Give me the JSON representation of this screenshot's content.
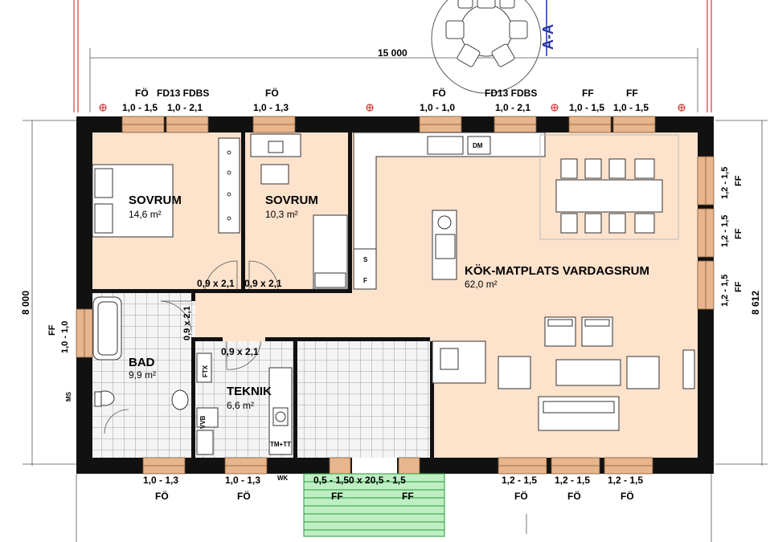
{
  "section_marker": "A-A",
  "dimensions": {
    "overall_width": "15 000",
    "left_height": "8 000",
    "right_height": "8 612"
  },
  "rooms": {
    "sovrum1": {
      "name": "SOVRUM",
      "area": "14,6 m²"
    },
    "sovrum2": {
      "name": "SOVRUM",
      "area": "10,3 m²"
    },
    "kok": {
      "name": "KÖK-MATPLATS VARDAGSRUM",
      "area": "62,0 m²"
    },
    "bad": {
      "name": "BAD",
      "area": "9,9 m²"
    },
    "teknik": {
      "name": "TEKNIK",
      "area": "6,6 m²"
    }
  },
  "windows_top": [
    {
      "type": "FÖ",
      "size": "1,0 - 1,5"
    },
    {
      "type": "FD13 FDBS",
      "size": "1,0 - 2,1"
    },
    {
      "type": "FÖ",
      "size": "1,0 - 1,3"
    },
    {
      "type": "FÖ",
      "size": "1,0 - 1,0"
    },
    {
      "type": "FD13 FDBS",
      "size": "1,0 - 2,1"
    },
    {
      "type": "FF",
      "size": "1,0 - 1,5"
    },
    {
      "type": "FF",
      "size": "1,0 - 1,5"
    }
  ],
  "windows_bottom": [
    {
      "type": "FÖ",
      "size": "1,0 - 1,3"
    },
    {
      "type": "FÖ",
      "size": "1,0 - 1,3"
    },
    {
      "type": "FÖ",
      "size": "1,2 - 1,5"
    },
    {
      "type": "FÖ",
      "size": "1,2 - 1,5"
    },
    {
      "type": "FÖ",
      "size": "1,2 - 1,5"
    }
  ],
  "entrance": {
    "sizes": "0,5 - 1,50 x 20,5 - 1,5",
    "left_type": "FF",
    "right_type": "FF"
  },
  "windows_right": [
    {
      "type": "FF",
      "size": "1,2 - 1,5"
    },
    {
      "type": "FF",
      "size": "1,2 - 1,5"
    },
    {
      "type": "FF",
      "size": "1,2 - 1,5"
    }
  ],
  "window_left": {
    "type": "FF",
    "size": "1,0 - 1,0"
  },
  "doors": {
    "d1": "0,9 x 2,1",
    "d2": "0,9 x 2,1",
    "d3": "0,9 x 2,1",
    "d4": "0,9 x 2,1"
  },
  "small_labels": {
    "ms": "MS",
    "wk": "WK",
    "ftx": "FTX",
    "vvb": "VVB",
    "tm_tt": "TM+TT",
    "dm": "DM",
    "ugn_s": "S",
    "ugn_f": "F"
  },
  "colors": {
    "floor": "#fde2cc",
    "wall": "#111111",
    "window_frame": "#e8b58c",
    "grid": "#9a9a9a",
    "deck": "#3cc24a",
    "axis_red": "#d23a3a",
    "section_blue": "#2233aa"
  }
}
